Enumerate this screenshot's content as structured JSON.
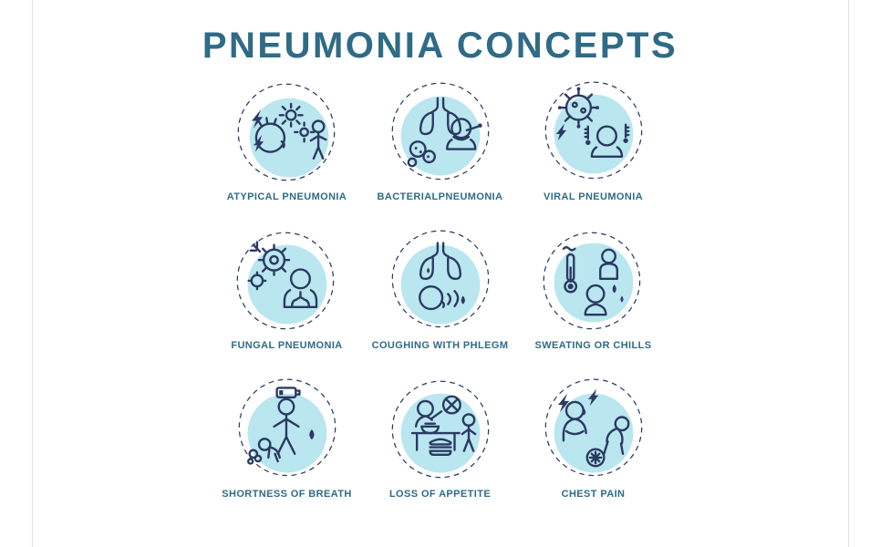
{
  "page": {
    "title": "PNEUMONIA CONCEPTS"
  },
  "colors": {
    "accent_fill": "#b9e6ef",
    "line_color": "#2b3a63",
    "label_color": "#2f6b86"
  },
  "concepts": [
    {
      "label": "ATYPICAL PNEUMONIA",
      "icon": "atypical-pneumonia-icon"
    },
    {
      "label": "BACTERIALPNEUMONIA",
      "icon": "bacterial-pneumonia-icon"
    },
    {
      "label": "VIRAL PNEUMONIA",
      "icon": "viral-pneumonia-icon"
    },
    {
      "label": "FUNGAL PNEUMONIA",
      "icon": "fungal-pneumonia-icon"
    },
    {
      "label": "COUGHING WITH PHLEGM",
      "icon": "coughing-with-phlegm-icon"
    },
    {
      "label": "SWEATING OR CHILLS",
      "icon": "sweating-or-chills-icon"
    },
    {
      "label": "SHORTNESS OF BREATH",
      "icon": "shortness-of-breath-icon"
    },
    {
      "label": "LOSS OF APPETITE",
      "icon": "loss-of-appetite-icon"
    },
    {
      "label": "CHEST PAIN",
      "icon": "chest-pain-icon"
    }
  ]
}
